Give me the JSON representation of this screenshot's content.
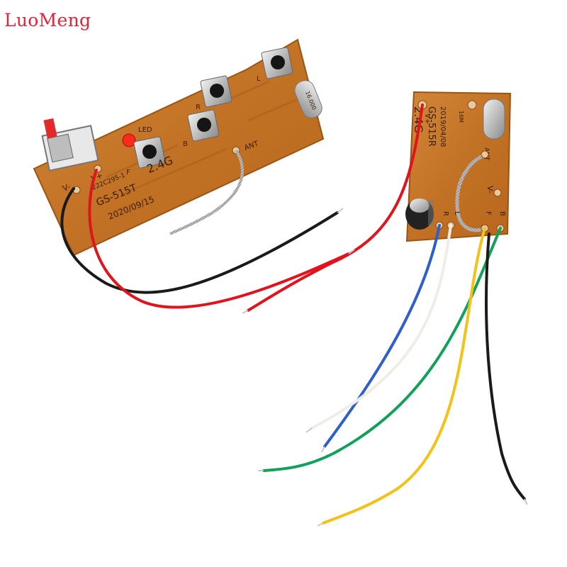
{
  "watermark": {
    "text": "LuoMeng",
    "color": "#e0243a"
  },
  "transmitter": {
    "board_id": "222C295-1",
    "model": "GS-515T",
    "band": "2.4G",
    "date": "2020/09/15",
    "labels": {
      "led": "LED",
      "f": "F",
      "b": "B",
      "r": "R",
      "l": "L",
      "ant": "ANT",
      "v_minus": "V-",
      "v_plus": "V+"
    },
    "crystal": "16.000"
  },
  "receiver": {
    "band": "2.4G",
    "model": "GS-515R",
    "date": "2019/04/08",
    "labels": {
      "v_plus": "V+",
      "ant": "ANT",
      "v_minus": "V-",
      "r": "R",
      "l": "L",
      "f": "F",
      "b": "B"
    },
    "crystal": "16M"
  },
  "colors": {
    "pcb": "#c77a2c",
    "wire_red": "#e0141c",
    "wire_black": "#1a1a1a",
    "wire_blue": "#2f5fc9",
    "wire_white": "#f0ece6",
    "wire_green": "#12a05a",
    "wire_yellow": "#f3c21a"
  }
}
